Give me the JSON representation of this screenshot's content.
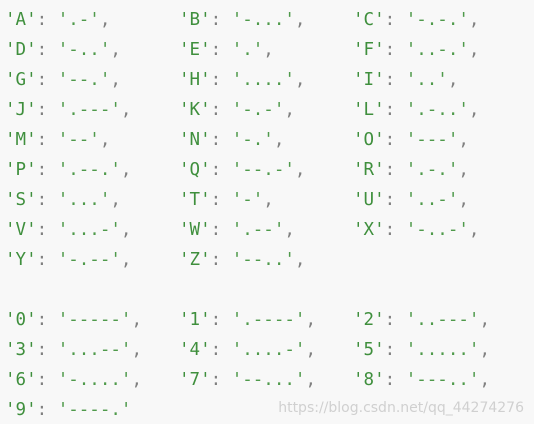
{
  "letters": {
    "row1": [
      {
        "key": "'A'",
        "val": "'.-'"
      },
      {
        "key": "'B'",
        "val": "'-...'"
      },
      {
        "key": "'C'",
        "val": "'-.-.'"
      }
    ],
    "row2": [
      {
        "key": "'D'",
        "val": "'-..'"
      },
      {
        "key": "'E'",
        "val": "'.'"
      },
      {
        "key": "'F'",
        "val": "'..-.'"
      }
    ],
    "row3": [
      {
        "key": "'G'",
        "val": "'--.'"
      },
      {
        "key": "'H'",
        "val": "'....'"
      },
      {
        "key": "'I'",
        "val": "'..'"
      }
    ],
    "row4": [
      {
        "key": "'J'",
        "val": "'.---'"
      },
      {
        "key": "'K'",
        "val": "'-.-'"
      },
      {
        "key": "'L'",
        "val": "'.-..'"
      }
    ],
    "row5": [
      {
        "key": "'M'",
        "val": "'--'"
      },
      {
        "key": "'N'",
        "val": "'-.'"
      },
      {
        "key": "'O'",
        "val": "'---'"
      }
    ],
    "row6": [
      {
        "key": "'P'",
        "val": "'.--.'"
      },
      {
        "key": "'Q'",
        "val": "'--.-'"
      },
      {
        "key": "'R'",
        "val": "'.-.'"
      }
    ],
    "row7": [
      {
        "key": "'S'",
        "val": "'...'"
      },
      {
        "key": "'T'",
        "val": "'-'"
      },
      {
        "key": "'U'",
        "val": "'..-'"
      }
    ],
    "row8": [
      {
        "key": "'V'",
        "val": "'...-'"
      },
      {
        "key": "'W'",
        "val": "'.--'"
      },
      {
        "key": "'X'",
        "val": "'-..-'"
      }
    ],
    "row9": [
      {
        "key": "'Y'",
        "val": "'-.--'"
      },
      {
        "key": "'Z'",
        "val": "'--..'"
      }
    ]
  },
  "digits": {
    "row1": [
      {
        "key": "'0'",
        "val": "'-----'"
      },
      {
        "key": "'1'",
        "val": "'.----'"
      },
      {
        "key": "'2'",
        "val": "'..---'"
      }
    ],
    "row2": [
      {
        "key": "'3'",
        "val": "'...--'"
      },
      {
        "key": "'4'",
        "val": "'....-'"
      },
      {
        "key": "'5'",
        "val": "'.....'"
      }
    ],
    "row3": [
      {
        "key": "'6'",
        "val": "'-....'"
      },
      {
        "key": "'7'",
        "val": "'--...'"
      },
      {
        "key": "'8'",
        "val": "'---..'"
      }
    ],
    "row4": [
      {
        "key": "'9'",
        "val": "'----.'"
      }
    ]
  },
  "separator": ": ",
  "comma": ",",
  "watermark": "https://blog.csdn.net/qq_44274276",
  "colors": {
    "background": "#f8f8f8",
    "string": "#4f9a4b",
    "punctuation": "#808080",
    "watermark": "#d0d0d0"
  }
}
